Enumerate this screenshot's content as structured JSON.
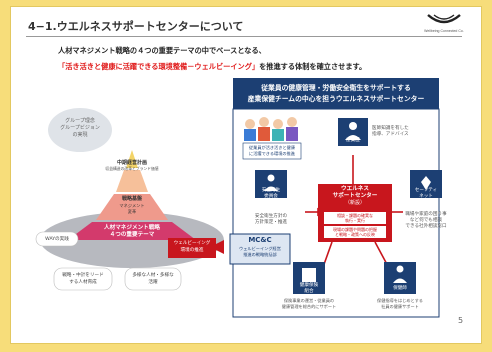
{
  "page": {
    "title": "4−1.ウエルネスサポートセンターについて",
    "logo_text": "Wellbeing Connected Co.",
    "lead_line1": "人材マネジメント戦略の４つの重要テーマの中でベースとなる、",
    "lead_line2_highlight": "「活き活きと健康に活躍できる環境整備－ウェルビーイング」",
    "lead_line2_rest": "を推進する体制を確立させます。",
    "page_number": "5"
  },
  "left": {
    "philosophy_l1": "グループ理念",
    "philosophy_l2": "グループビジョン",
    "philosophy_l3": "の実現",
    "plan_l1": "中期経営計画",
    "plan_l2": "収益構造の改革とブランド価値",
    "strategy_l1": "戦略基盤",
    "strategy_l2": "マネジメント",
    "strategy_l3": "変革",
    "core_l1": "人材マネジメント戦略",
    "core_l2": "４つの重要テーマ",
    "way": "WAYの実践",
    "wellbeing_tag_l1": "ウェルビーイング",
    "wellbeing_tag_l2": "環境の推進",
    "item1_l1": "戦略・中計をリード",
    "item1_l2": "する人材育成",
    "item2_l1": "多様な人材・多様な",
    "item2_l2": "活躍"
  },
  "mcc": {
    "title": "MC&C",
    "l1": "ウェルビーイング経営",
    "l2": "推進の戦略統括部"
  },
  "right": {
    "header_l1": "従業員の健康管理・労働安全衛生をサポートする",
    "header_l2": "産業保健チームの中心を担うウエルネスサポートセンター",
    "employees_l1": "従業員が活き活きと健康",
    "employees_l2": "に活躍できる環境の推進",
    "doctor": "産業医",
    "doctor_desc_l1": "医師知識を有した",
    "doctor_desc_l2": "指導、アドバイス",
    "safety_l1": "安全衛生",
    "safety_l2": "委員会",
    "safety_desc_l1": "安全衛生方針の",
    "safety_desc_l2": "方針策定・推進",
    "safetynet_l1": "セーフティ",
    "safetynet_l2": "ネット",
    "safetynet_desc_l1": "職場や家庭の困り事",
    "safetynet_desc_l2": "など何でも相談",
    "safetynet_desc_l3": "できる社外相談窓口",
    "center_l1": "ウエルネス",
    "center_l2": "サポートセンター",
    "center_l3": "（新設）",
    "center_b1_l1": "相談・課題の確実な",
    "center_b1_l2": "執行・実行",
    "center_b2_l1": "現場の課題や問題の把握",
    "center_b2_l2": "と戦略・政策への反映",
    "health_l1": "健康保険",
    "health_l2": "組合",
    "health_desc_l1": "保険事業の運営・従業員の",
    "health_desc_l2": "健康管理を総合的にサポート",
    "nurse": "保健師",
    "nurse_desc_l1": "保健指導をはじめとする",
    "nurse_desc_l2": "社員の健康サポート"
  },
  "colors": {
    "navy": "#1c3f73",
    "red": "#c8161d",
    "teal": "#3db3b5",
    "pink": "#d9336b",
    "gray": "#8a8f97"
  }
}
